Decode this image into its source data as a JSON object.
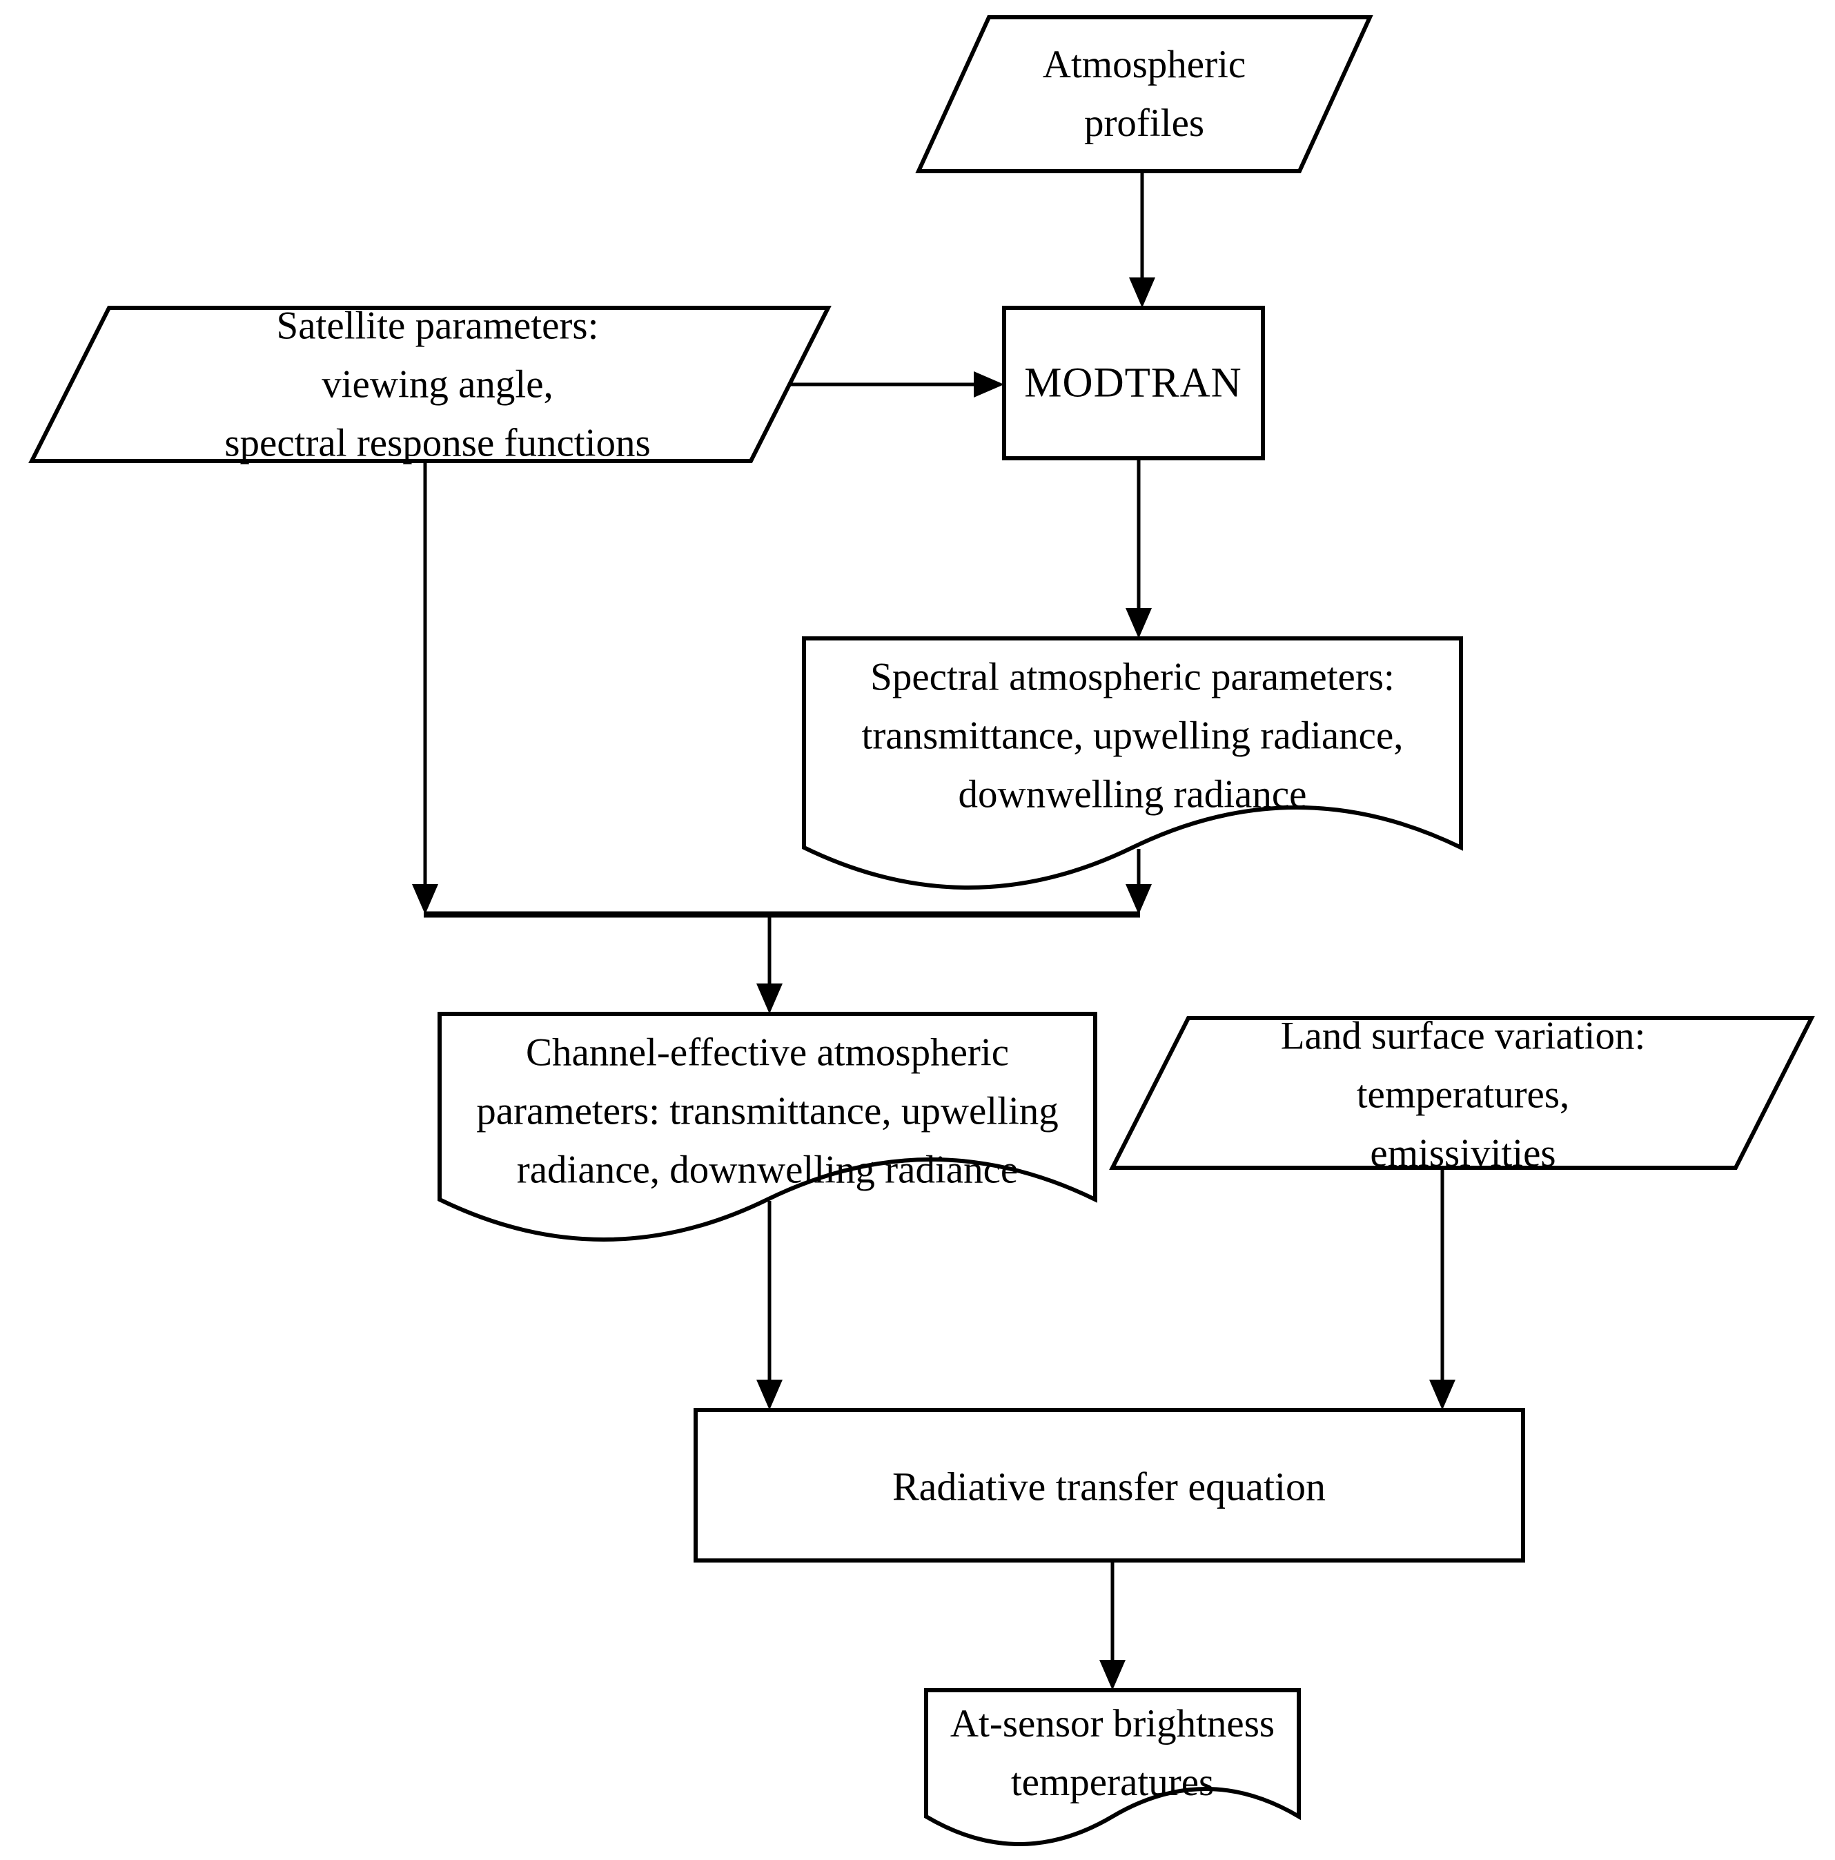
{
  "figure": {
    "background_color": "#ffffff",
    "stroke_color": "#000000",
    "text_color": "#000000"
  },
  "nodes": [
    {
      "id": "atmospheric-profiles",
      "shape": "parallelogram",
      "label": "Atmospheric\nprofiles"
    },
    {
      "id": "satellite-parameters",
      "shape": "parallelogram",
      "label": "Satellite parameters:\nviewing angle,\nspectral response functions"
    },
    {
      "id": "modtran",
      "shape": "rectangle",
      "label": "MODTRAN"
    },
    {
      "id": "spectral-atmospheric-parameters",
      "shape": "document",
      "label": "Spectral atmospheric parameters:\ntransmittance, upwelling radiance,\ndownwelling radiance"
    },
    {
      "id": "channel-effective-atmospheric-parameters",
      "shape": "document",
      "label": "Channel-effective atmospheric\nparameters: transmittance, upwelling\nradiance, downwelling radiance"
    },
    {
      "id": "land-surface-variation",
      "shape": "parallelogram",
      "label": "Land surface variation:\ntemperatures,\nemissivities"
    },
    {
      "id": "radiative-transfer-equation",
      "shape": "rectangle",
      "label": "Radiative transfer equation"
    },
    {
      "id": "at-sensor-brightness-temperatures",
      "shape": "document",
      "label": "At-sensor brightness\ntemperatures"
    }
  ],
  "edges": [
    {
      "from": "atmospheric-profiles",
      "to": "modtran"
    },
    {
      "from": "satellite-parameters",
      "to": "modtran"
    },
    {
      "from": "modtran",
      "to": "spectral-atmospheric-parameters"
    },
    {
      "from": "satellite-parameters",
      "to": "channel-effective-atmospheric-parameters"
    },
    {
      "from": "spectral-atmospheric-parameters",
      "to": "channel-effective-atmospheric-parameters"
    },
    {
      "from": "channel-effective-atmospheric-parameters",
      "to": "radiative-transfer-equation"
    },
    {
      "from": "land-surface-variation",
      "to": "radiative-transfer-equation"
    },
    {
      "from": "radiative-transfer-equation",
      "to": "at-sensor-brightness-temperatures"
    }
  ]
}
